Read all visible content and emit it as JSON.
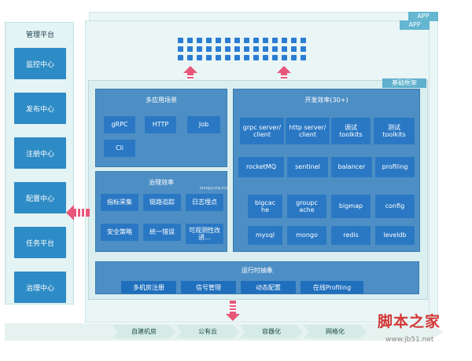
{
  "management": {
    "title": "管理平台",
    "items": [
      "监控中心",
      "发布中心",
      "注册中心",
      "配置中心",
      "任务平台",
      "治理中心"
    ]
  },
  "app_frames": {
    "back_label": "APP",
    "front_label": "APP"
  },
  "base_framework": {
    "label": "基础框架"
  },
  "multi_scenario": {
    "title": "多应用场景",
    "items": [
      "gRPC",
      "HTTP",
      "Job",
      "Cli"
    ]
  },
  "governance": {
    "title": "治理效率",
    "items": [
      "指标采集",
      "链路追踪",
      "日志埋点",
      "安全策略",
      "统一错误",
      "可观测性改进..."
    ]
  },
  "dev_efficiency": {
    "title": "开发效率(30+)",
    "items": [
      "grpc server/ client",
      "http server/ client",
      "调试 toolkits",
      "测试 toolkits",
      "rocketMQ",
      "sentinel",
      "balancer",
      "profiling",
      "bigcac he",
      "groupc ache",
      "bigmap",
      "config",
      "mysql",
      "mongo",
      "redis",
      "leveldb"
    ]
  },
  "runtime": {
    "title": "运行时抽象",
    "items": [
      "多机房注册",
      "信号管理",
      "动态配置",
      "在线Profiling"
    ]
  },
  "infrastructure": {
    "items": [
      "自建机房",
      "公有云",
      "容器化",
      "网格化"
    ]
  },
  "watermark": {
    "text": "脚本之家",
    "url": "www.jb51.net"
  },
  "stamp": {
    "text": "lanopy.org.cnp"
  },
  "colors": {
    "chip_blue": "#2a78c4",
    "panel_blue": "#4d8fc4",
    "arrow_pink": "#e8567a",
    "base_bg": "#dbeff0",
    "infra_teal": "#d5ece6"
  }
}
